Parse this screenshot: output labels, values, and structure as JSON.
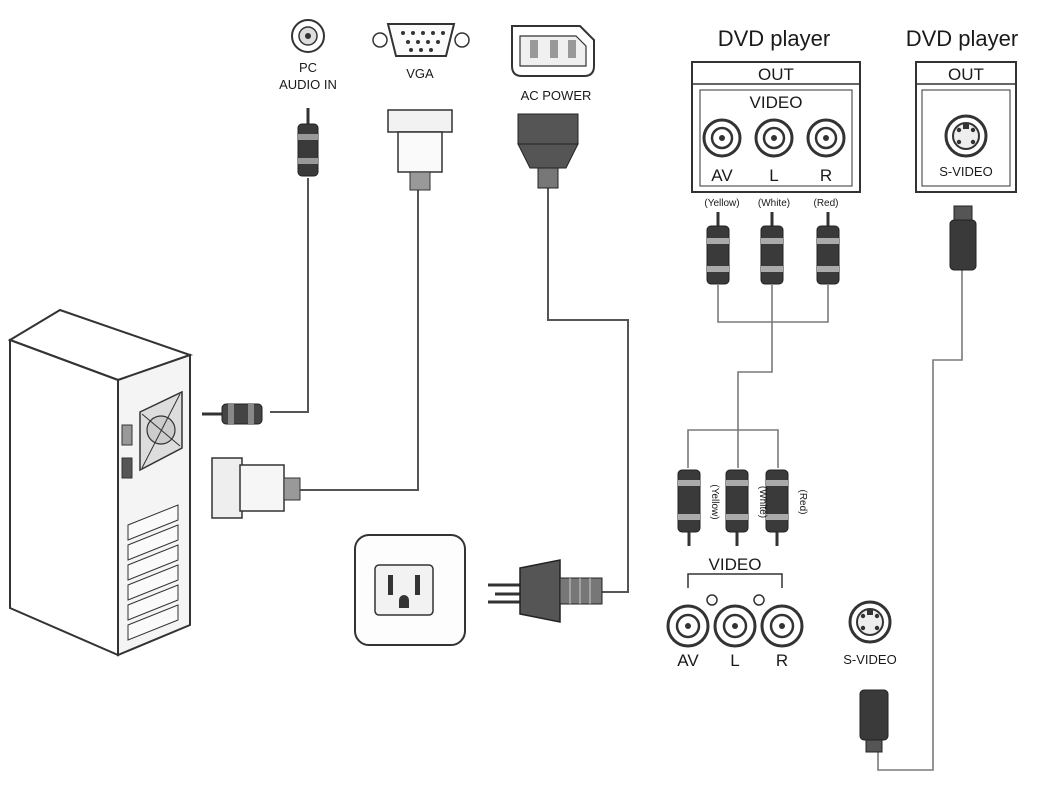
{
  "pc_ports": {
    "audio_label_1": "PC",
    "audio_label_2": "AUDIO IN",
    "vga_label": "VGA",
    "ac_label": "AC POWER"
  },
  "dvd_left": {
    "title": "DVD player",
    "out_label": "OUT",
    "video_label": "VIDEO",
    "ports": [
      "AV",
      "L",
      "R"
    ],
    "colors": [
      "(Yellow)",
      "(White)",
      "(Red)"
    ]
  },
  "dvd_right": {
    "title": "DVD player",
    "out_label": "OUT",
    "port_label": "S-VIDEO"
  },
  "monitor_inputs": {
    "plug_colors": [
      "(Yellow)",
      "(White)",
      "(Red)"
    ],
    "video_label": "VIDEO",
    "ports": [
      "AV",
      "L",
      "R"
    ],
    "svideo_label": "S-VIDEO"
  }
}
